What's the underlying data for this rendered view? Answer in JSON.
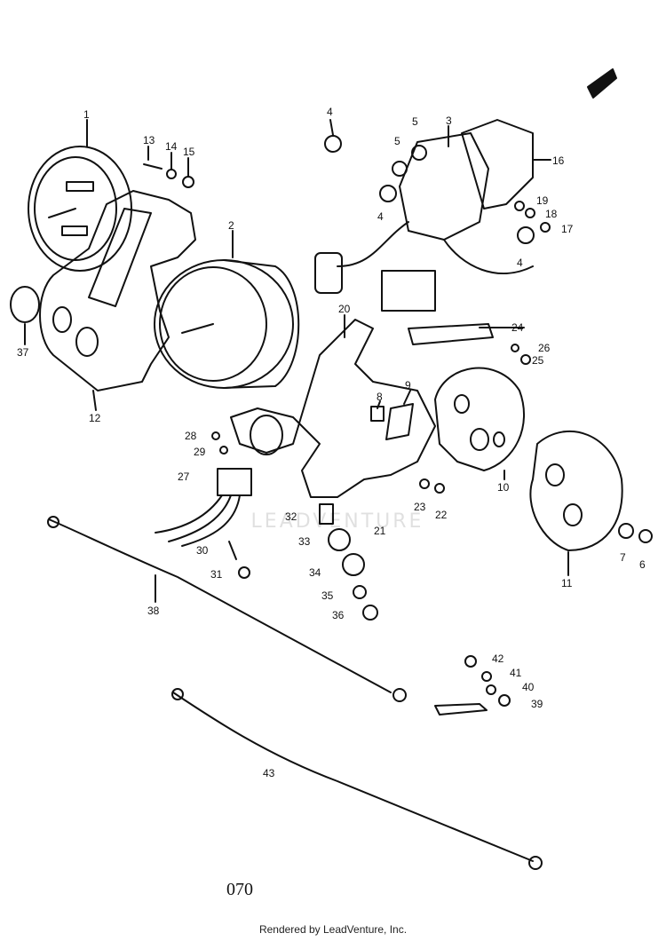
{
  "watermark": "LEADVENTURE",
  "page_number": "070",
  "footer": "Rendered by LeadVenture, Inc.",
  "parts": [
    {
      "id": "p1",
      "label": "1"
    },
    {
      "id": "p2",
      "label": "2"
    },
    {
      "id": "p3",
      "label": "3"
    },
    {
      "id": "p4a",
      "label": "4"
    },
    {
      "id": "p4b",
      "label": "4"
    },
    {
      "id": "p4c",
      "label": "4"
    },
    {
      "id": "p5a",
      "label": "5"
    },
    {
      "id": "p5b",
      "label": "5"
    },
    {
      "id": "p6",
      "label": "6"
    },
    {
      "id": "p7",
      "label": "7"
    },
    {
      "id": "p8",
      "label": "8"
    },
    {
      "id": "p9",
      "label": "9"
    },
    {
      "id": "p10",
      "label": "10"
    },
    {
      "id": "p11",
      "label": "11"
    },
    {
      "id": "p12",
      "label": "12"
    },
    {
      "id": "p13",
      "label": "13"
    },
    {
      "id": "p14",
      "label": "14"
    },
    {
      "id": "p15",
      "label": "15"
    },
    {
      "id": "p16",
      "label": "16"
    },
    {
      "id": "p17",
      "label": "17"
    },
    {
      "id": "p18",
      "label": "18"
    },
    {
      "id": "p19",
      "label": "19"
    },
    {
      "id": "p20",
      "label": "20"
    },
    {
      "id": "p21",
      "label": "21"
    },
    {
      "id": "p22",
      "label": "22"
    },
    {
      "id": "p23",
      "label": "23"
    },
    {
      "id": "p24",
      "label": "24"
    },
    {
      "id": "p25",
      "label": "25"
    },
    {
      "id": "p26",
      "label": "26"
    },
    {
      "id": "p27",
      "label": "27"
    },
    {
      "id": "p28",
      "label": "28"
    },
    {
      "id": "p29",
      "label": "29"
    },
    {
      "id": "p30",
      "label": "30"
    },
    {
      "id": "p31",
      "label": "31"
    },
    {
      "id": "p32",
      "label": "32"
    },
    {
      "id": "p33",
      "label": "33"
    },
    {
      "id": "p34",
      "label": "34"
    },
    {
      "id": "p35",
      "label": "35"
    },
    {
      "id": "p36",
      "label": "36"
    },
    {
      "id": "p37",
      "label": "37"
    },
    {
      "id": "p38",
      "label": "38"
    },
    {
      "id": "p39",
      "label": "39"
    },
    {
      "id": "p40",
      "label": "40"
    },
    {
      "id": "p41",
      "label": "41"
    },
    {
      "id": "p42",
      "label": "42"
    },
    {
      "id": "p43",
      "label": "43"
    }
  ]
}
